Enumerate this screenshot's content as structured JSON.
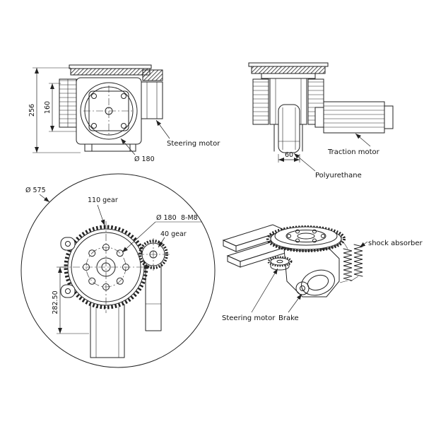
{
  "page": {
    "background": "#ffffff",
    "line_color": "#222222"
  },
  "labels": {
    "front_view": {
      "height": "256",
      "inner_height": "160",
      "wheel_diameter": "Ø 180",
      "steering_motor": "Steering motor"
    },
    "side_view": {
      "wheel_width": "60",
      "traction_motor": "Traction motor",
      "polyurethane": "Polyurethane"
    },
    "top_view": {
      "outer_diameter": "Ø 575",
      "gear_110": "110 gear",
      "bolt_circle_diameter": "Ø 180",
      "bolt_spec": "8-M8",
      "gear_40": "40 gear",
      "length": "282.50"
    },
    "iso_view": {
      "shock_absorber": "shock absorber",
      "steering_motor": "Steering motor",
      "brake": "Brake"
    }
  }
}
